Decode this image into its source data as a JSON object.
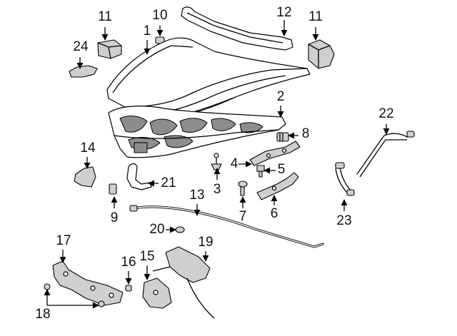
{
  "callouts": [
    {
      "id": "c11a",
      "label": "11"
    },
    {
      "id": "c10",
      "label": "10"
    },
    {
      "id": "c12",
      "label": "12"
    },
    {
      "id": "c11b",
      "label": "11"
    },
    {
      "id": "c1",
      "label": "1"
    },
    {
      "id": "c24",
      "label": "24"
    },
    {
      "id": "c2",
      "label": "2"
    },
    {
      "id": "c8",
      "label": "8"
    },
    {
      "id": "c22",
      "label": "22"
    },
    {
      "id": "c14",
      "label": "14"
    },
    {
      "id": "c4",
      "label": "4"
    },
    {
      "id": "c5",
      "label": "5"
    },
    {
      "id": "c21",
      "label": "21"
    },
    {
      "id": "c3",
      "label": "3"
    },
    {
      "id": "c13",
      "label": "13"
    },
    {
      "id": "c6",
      "label": "6"
    },
    {
      "id": "c9",
      "label": "9"
    },
    {
      "id": "c7",
      "label": "7"
    },
    {
      "id": "c23",
      "label": "23"
    },
    {
      "id": "c20",
      "label": "20"
    },
    {
      "id": "c17",
      "label": "17"
    },
    {
      "id": "c19",
      "label": "19"
    },
    {
      "id": "c16",
      "label": "16"
    },
    {
      "id": "c15",
      "label": "15"
    },
    {
      "id": "c18",
      "label": "18"
    }
  ]
}
